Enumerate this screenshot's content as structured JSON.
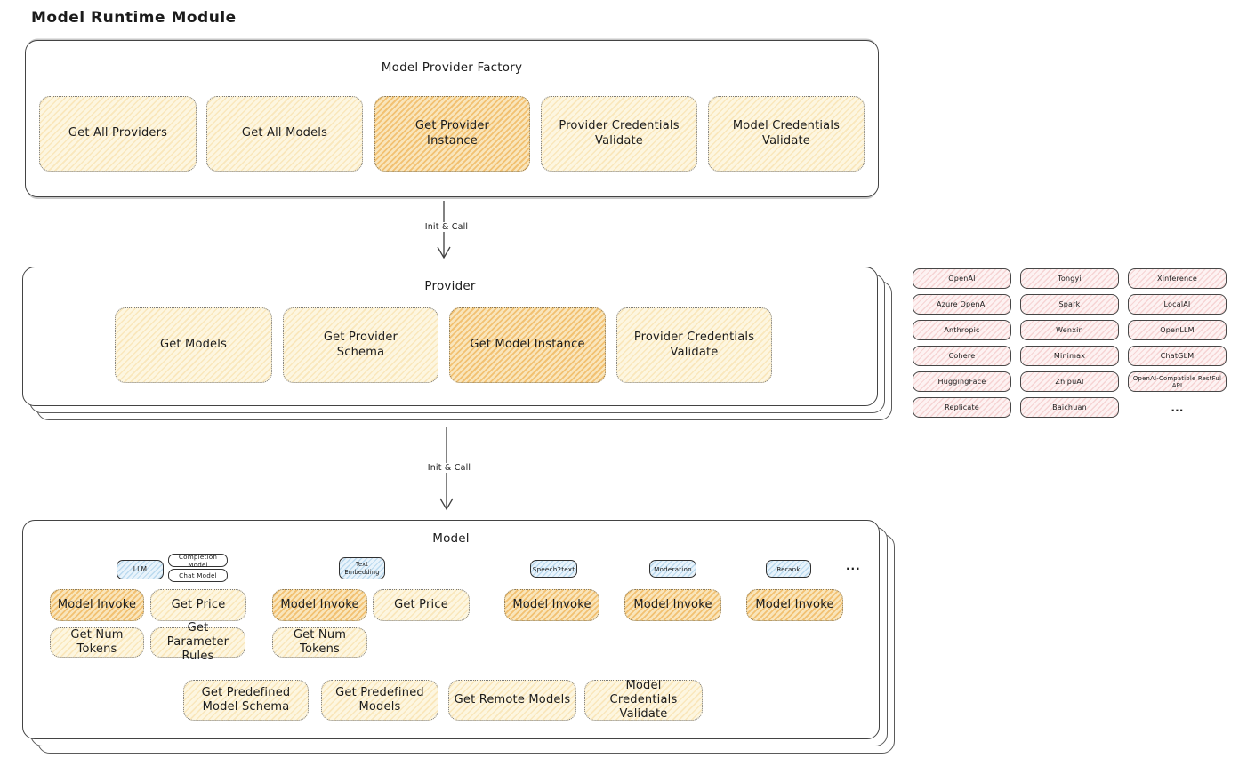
{
  "title": "Model Runtime Module",
  "arrow1": {
    "label": "Init & Call"
  },
  "arrow2": {
    "label": "Init & Call"
  },
  "factory": {
    "title": "Model Provider Factory",
    "buttons": [
      {
        "label": "Get All Providers",
        "variant": "yellow"
      },
      {
        "label": "Get All Models",
        "variant": "yellow"
      },
      {
        "label": "Get Provider Instance",
        "variant": "orange"
      },
      {
        "label": "Provider Credentials Validate",
        "variant": "yellow"
      },
      {
        "label": "Model Credentials Validate",
        "variant": "yellow"
      }
    ]
  },
  "provider": {
    "title": "Provider",
    "buttons": [
      {
        "label": "Get Models",
        "variant": "yellow"
      },
      {
        "label": "Get Provider Schema",
        "variant": "yellow"
      },
      {
        "label": "Get Model Instance",
        "variant": "orange"
      },
      {
        "label": "Provider Credentials Validate",
        "variant": "yellow"
      }
    ]
  },
  "providers": {
    "items": [
      "OpenAI",
      "Tongyi",
      "Xinference",
      "Azure OpenAI",
      "Spark",
      "LocalAI",
      "Anthropic",
      "Wenxin",
      "OpenLLM",
      "Cohere",
      "Minimax",
      "ChatGLM",
      "HuggingFace",
      "ZhipuAI",
      "OpenAI-Compatible RestFul API",
      "Replicate",
      "Baichuan"
    ],
    "more": "..."
  },
  "model": {
    "title": "Model",
    "tabs": {
      "llm": "LLM",
      "completion_model": "Completion Model",
      "chat_model": "Chat Model",
      "text_embedding": "Text Embedding",
      "speech2text": "Speech2text",
      "moderation": "Moderation",
      "rerank": "Rerank",
      "more": "..."
    },
    "ops": {
      "model_invoke": "Model Invoke",
      "get_price": "Get Price",
      "get_num_tokens": "Get Num Tokens",
      "get_parameter_rules": "Get Parameter Rules",
      "get_predefined_model_schema": "Get Predefined Model Schema",
      "get_predefined_models": "Get Predefined Models",
      "get_remote_models": "Get Remote Models",
      "model_credentials_validate": "Model Credentials Validate"
    }
  },
  "colors": {
    "yellow_fill": "#fdf6e0",
    "orange_fill": "#f9e5bb",
    "pink_fill": "#fdf2f2",
    "blue_fill": "#e8f3fb",
    "stroke": "#434343"
  }
}
